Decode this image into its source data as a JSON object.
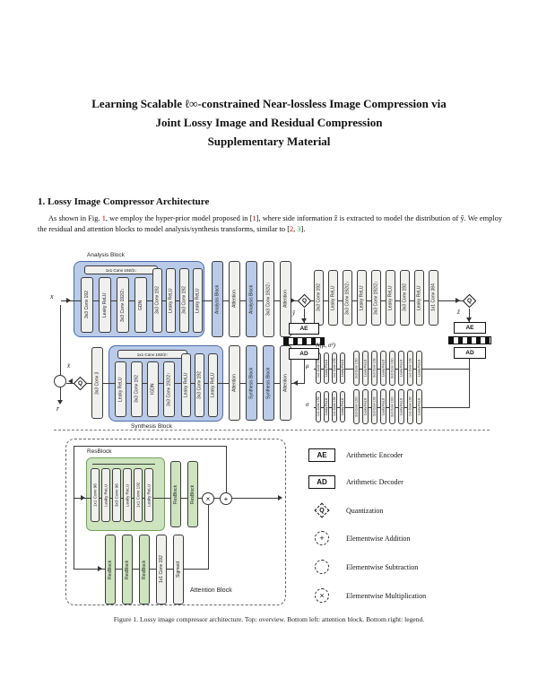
{
  "page": {
    "title_lines": [
      "Learning Scalable ℓ∞-constrained Near-lossless Image Compression via",
      "Joint Lossy Image and Residual Compression",
      "Supplementary Material"
    ],
    "section_heading": "1. Lossy Image Compressor Architecture",
    "paragraph_segments": [
      {
        "text": "As shown in Fig. ",
        "variant": ""
      },
      {
        "text": "1",
        "variant": "red"
      },
      {
        "text": ", we employ the hyper-prior model proposed in [",
        "variant": ""
      },
      {
        "text": "1",
        "variant": "red"
      },
      {
        "text": "], where side information ẑ is extracted to model the distribution of ŷ. We employ the residual and attention blocks to model analysis/synthesis transforms, similar to [",
        "variant": ""
      },
      {
        "text": "2",
        "variant": "red"
      },
      {
        "text": ", ",
        "variant": ""
      },
      {
        "text": "3",
        "variant": "green"
      },
      {
        "text": "].",
        "variant": ""
      }
    ],
    "caption": "Figure 1. Lossy image compressor architecture. Top: overview. Bottom left: attention block. Bottom right: legend."
  },
  "figure": {
    "labels": {
      "x": "x",
      "r": "r",
      "x_hat": "x̂",
      "y_hat": "ŷ",
      "z_hat": "ẑ",
      "mu": "μ",
      "sigma": "σ",
      "gaussian": "N(μ, σ²)",
      "analysis_block": "Analysis Block",
      "synthesis_block": "Synthesis Block",
      "attention_block": "Attention Block",
      "resblock": "ResBlock",
      "ae": "AE",
      "ad": "AD",
      "q": "Q",
      "plus": "+",
      "times": "×",
      "minus": ""
    },
    "analysis": {
      "shortcut": "1x1 Conv 192/2↓",
      "group1": [
        "3x3 Conv 192",
        "Leaky ReLU",
        "3x3 Conv 192/2↓",
        "GDN"
      ],
      "group2": [
        "3x3 Conv 192",
        "Leaky ReLU",
        "3x3 Conv 192",
        "Leaky ReLU"
      ]
    },
    "encoder_chain": [
      {
        "label": "Analysis Block",
        "variant": "blue"
      },
      {
        "label": "Attention",
        "variant": "gray"
      },
      {
        "label": "Analysis Block",
        "variant": "blue"
      },
      {
        "label": "3x3 Conv 192/2↓",
        "variant": "gray"
      },
      {
        "label": "Attention",
        "variant": "gray"
      }
    ],
    "hyper_encoder": [
      "3x3 Conv 192",
      "Leaky ReLU",
      "3x3 Conv 192/2↓",
      "Leaky ReLU",
      "3x3 Conv 192/2↓",
      "Leaky ReLU",
      "3x3 Conv 192",
      "Leaky ReLU",
      "1x1 Conv 384"
    ],
    "mu_row": {
      "group1": [
        "1x1 Conv 192",
        "Leaky ReLU",
        "1x1 Conv 192",
        "Leaky ReLU"
      ],
      "group2": [
        "3x3 Conv 192↑",
        "Leaky ReLU",
        "3x3 Conv 192",
        "Leaky ReLU",
        "3x3 Conv 192↑",
        "Leaky ReLU",
        "1x1 Conv 192",
        "Leaky ReLU"
      ]
    },
    "sigma_row": {
      "group1": [
        "1x1 Conv 192",
        "Leaky ReLU",
        "1x1 Conv 192",
        "Leaky ReLU"
      ],
      "group2": [
        "3x3 Conv 192↑",
        "Leaky ReLU",
        "3x3 Conv 192",
        "Leaky ReLU",
        "3x3 Conv 192↑",
        "Leaky ReLU",
        "1x1 Conv 192",
        "Leaky ReLU"
      ]
    },
    "decoder_chain": [
      {
        "label": "Attention",
        "variant": "gray"
      },
      {
        "label": "Synthesis Block",
        "variant": "blue"
      },
      {
        "label": "Synthesis Block",
        "variant": "blue"
      },
      {
        "label": "Attention",
        "variant": "gray"
      }
    ],
    "synthesis": {
      "shortcut": "1x1 Conv 192/2↑",
      "group1": [
        "Leaky ReLU",
        "3x3 Conv 192",
        "IGDN",
        "3x3 Conv 192/2↑"
      ],
      "group2": [
        "Leaky ReLU",
        "3x3 Conv 192",
        "Leaky ReLU"
      ],
      "final_conv": "3x3 Conv 3"
    },
    "attention_detail": {
      "resblock_inner": [
        "1x1 Conv 96",
        "Leaky ReLU",
        "3x3 Conv 96",
        "Leaky ReLU",
        "1x1 Conv 192",
        "Leaky ReLU"
      ],
      "trunk_blocks": [
        "ResBlock",
        "ResBlock"
      ],
      "mask_blocks": [
        {
          "label": "ResBlock",
          "variant": "green"
        },
        {
          "label": "ResBlock",
          "variant": "green"
        },
        {
          "label": "ResBlock",
          "variant": "green"
        },
        {
          "label": "1x1 Conv 192",
          "variant": "gray"
        },
        {
          "label": "Sigmoid",
          "variant": "gray"
        }
      ]
    },
    "legend": [
      {
        "symbol": "AE",
        "label": "Arithmetic Encoder"
      },
      {
        "symbol": "AD",
        "label": "Arithmetic Decoder"
      },
      {
        "symbol": "Q",
        "label": "Quantization"
      },
      {
        "symbol": "+",
        "label": "Elementwise Addition"
      },
      {
        "symbol": "",
        "label": "Elementwise Subtraction"
      },
      {
        "symbol": "×",
        "label": "Elementwise Multiplication"
      }
    ],
    "colors": {
      "block_blue": "#b9cbe9",
      "block_green": "#cde4bf",
      "accent_red": "#c00000",
      "accent_green": "#1e9e3e"
    }
  }
}
